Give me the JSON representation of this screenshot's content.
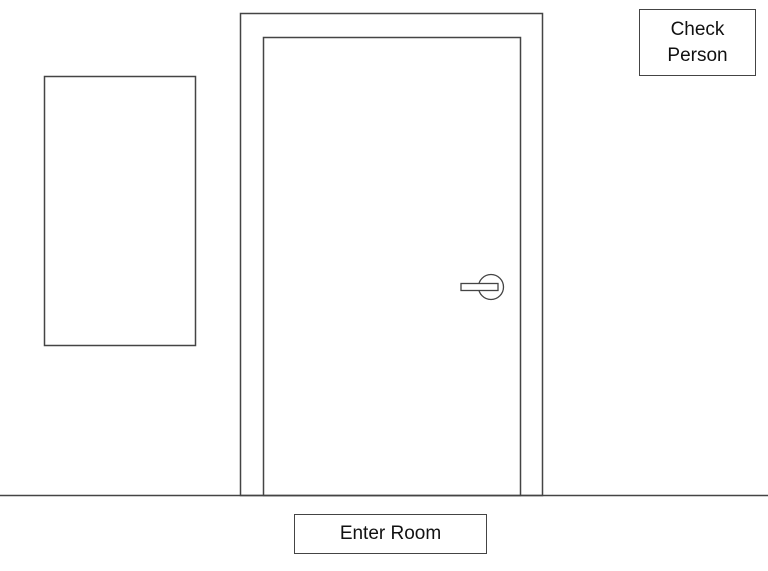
{
  "scene": {
    "description": "Door in a wall with a window/panel on the left",
    "colors": {
      "line": "#444444",
      "background": "#ffffff",
      "text": "#111111"
    }
  },
  "buttons": {
    "check_person": "Check\nPerson",
    "enter_room": "Enter Room"
  }
}
